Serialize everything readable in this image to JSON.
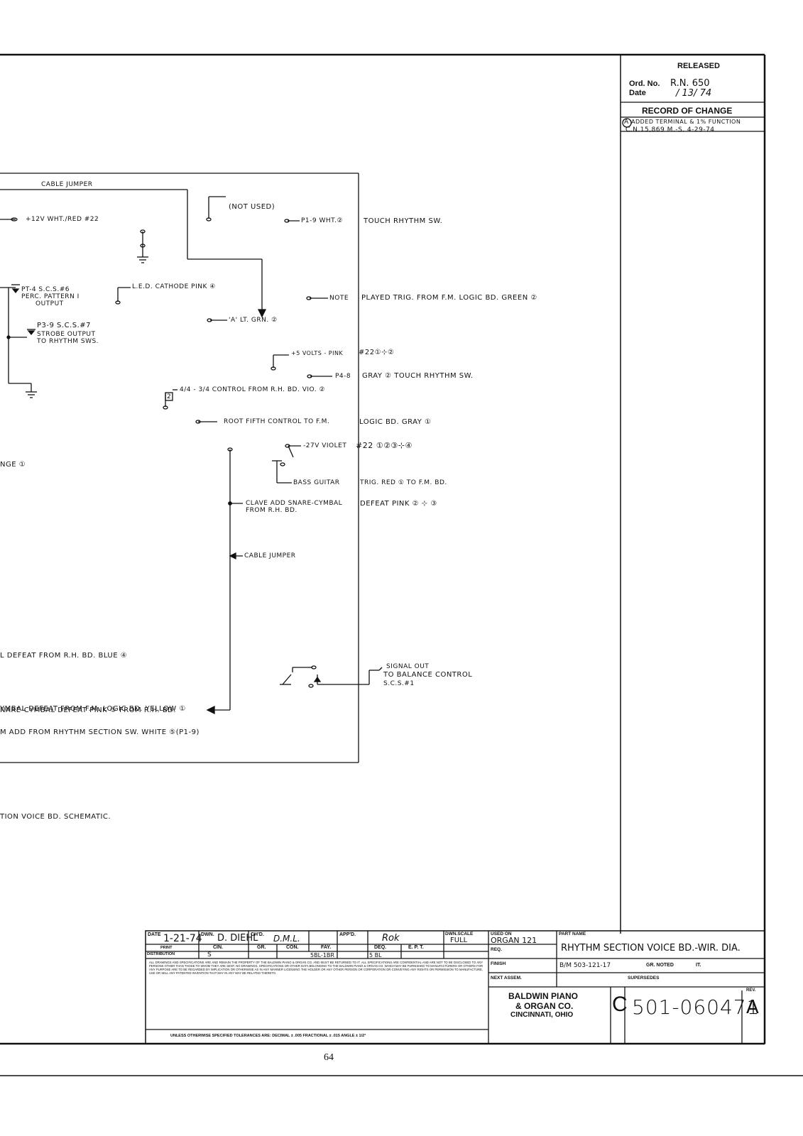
{
  "released_box": {
    "released": "RELEASED",
    "ord_no_label": "Ord. No.",
    "ord_no_value": "R.N. 650",
    "date_label": "Date",
    "date_value": "/ 13/ 74",
    "record_of_change": "RECORD OF CHANGE",
    "rev_letter": "A",
    "change_line1": "ADDED TERMINAL & 1% FUNCTION",
    "change_line2": "C.N.15,869 M.-S. 4-29-74"
  },
  "schematic": {
    "cable_jumper_top": "CABLE JUMPER",
    "not_used": "(NOT USED)",
    "plus12v": "+12V WHT./RED #22",
    "p1_9": "P1-9 WHT.②",
    "touch_rhythm_sw_1": "TOUCH RHYTHM SW.",
    "pt4_line1": "PT-4 S.C.S.#6",
    "pt4_line2": "PERC. PATTERN I",
    "pt4_line3": "OUTPUT",
    "led_cathode": "L.E.D. CATHODE PINK ④",
    "note": "NOTE",
    "played_trig": "PLAYED TRIG. FROM F.M. LOGIC BD. GREEN ②",
    "a_lt_grn": "'A' LT. GRN. ②",
    "p3_9_line1": "P3-9 S.C.S.#7",
    "p3_9_line2": "STROBE OUTPUT",
    "p3_9_line3": "TO RHYTHM SWS.",
    "plus5v": "+5 VOLTS - PINK",
    "plus5v_right": "#22①⊹②",
    "p4_8": "P4-8",
    "gray_touch": "GRAY ② TOUCH RHYTHM SW.",
    "control_44": "4/4 - 3/4 CONTROL FROM R.H. BD. VIO. ②",
    "box_2": "2",
    "root_fifth_left": "ROOT FIFTH CONTROL TO F.M.",
    "root_fifth_right": "LOGIC BD. GRAY ①",
    "v27": "-27V VIOLET",
    "v27_right": "#22 ①②③⊹④",
    "nge": "NGE ①",
    "bass_guitar": "BASS GUITAR",
    "bass_guitar_right": "TRIG. RED ① TO F.M. BD.",
    "clave_line1": "CLAVE ADD SNARE-CYMBAL",
    "clave_line2": "FROM R.H. BD.",
    "clave_right": "DEFEAT PINK ② ⊹ ③",
    "cable_jumper_mid": "CABLE JUMPER",
    "l_defeat": "L DEFEAT FROM R.H. BD. BLUE ④",
    "snare_cymbal": "NARE-CYMBAL DEFEAT PINK ③ FROM R.H. BD.",
    "signal_out_line1": "SIGNAL OUT",
    "signal_out_line2": "TO BALANCE CONTROL",
    "signal_out_line3": "S.C.S.#1",
    "ymbal_defeat": "YMBAL DEFEAT FROM F.M. LOGIC BD. YELLOW ①",
    "m_add": "M ADD FROM RHYTHM SECTION SW. WHITE ⑤(P1-9)",
    "tion_voice": "TION VOICE BD. SCHEMATIC."
  },
  "title_block": {
    "date_label": "DATE",
    "date_value": "1-21-74",
    "dwn_label": "DWN.",
    "dwn_value": "D. DIEHL",
    "chd_label": "CH'D.",
    "chd_value": "D.M.L.",
    "appd_label": "APP'D.",
    "appd_value": "Rok",
    "dwn_scale_label": "DWN.SCALE",
    "dwn_scale_value": "FULL",
    "used_on_label": "USED ON",
    "used_on_value": "ORGAN 121",
    "part_name_label": "PART NAME",
    "part_name_value": "RHYTHM SECTION VOICE BD.-WIR. DIA.",
    "print_label": "PRINT",
    "distribution_label": "DISTRIBUTION",
    "cin_label": "CIN.",
    "cin_value": "S",
    "gr_label": "GR.",
    "con_label": "CON.",
    "fay_label": "FAY.",
    "fay_value": "5BL-1BR",
    "deq_label": "DEQ.",
    "deq_value": "5 BL",
    "ept_label": "E. P. T.",
    "req_label": "REQ.",
    "finish_label": "FINISH",
    "bm_value": "B/M 503-121-17",
    "gr_noted": "GR. NOTED",
    "it_label": "IT.",
    "next_assem_label": "NEXT ASSEM.",
    "supersedes_label": "SUPERSEDES",
    "rev_label": "REV.",
    "company_line1": "BALDWIN PIANO",
    "company_line2": "& ORGAN CO.",
    "company_line3": "CINCINNATI, OHIO",
    "size_letter": "C",
    "drawing_number": "501-060471",
    "rev_value": "A",
    "confidential": "ALL DRAWINGS AND SPECIFICATIONS ARE AND REMAIN THE PROPERTY OF THE BALDWIN PIANO & ORGAN CO. AND MUST BE RETURNED TO IT. ALL SPECIFICATIONS ARE CONFIDENTIAL AND ARE NOT TO BE DISCLOSED TO ANY PERSONS OTHER THAN THOSE TO WHOM THEY ARE SENT. NO DRAWINGS, SPECIFICATIONS OR OTHER DATA BELONGING TO THE BALDWIN PIANO & ORGAN CO. WHICH MAY BE FURNISHED TO MANUFACTURERS OR OTHERS FOR ANY PURPOSE ARE TO BE REGARDED BY IMPLICATION OR OTHERWISE AS IN ANY MANNER LICENSING THE HOLDER OR ANY OTHER PERSON OR CORPORATION OR CONVEYING ANY RIGHTS OR PERMISSION TO MANUFACTURE, USE OR SELL ANY PATENTED INVENTION THAT MAY IN ANY WAY BE RELATED THERETO.",
    "tolerances": "UNLESS OTHERWISE SPECIFIED TOLERANCES ARE: DECIMAL ± .005 FRACTIONAL ± .015 ANGLE ± 1/2°"
  },
  "page_number": "64"
}
